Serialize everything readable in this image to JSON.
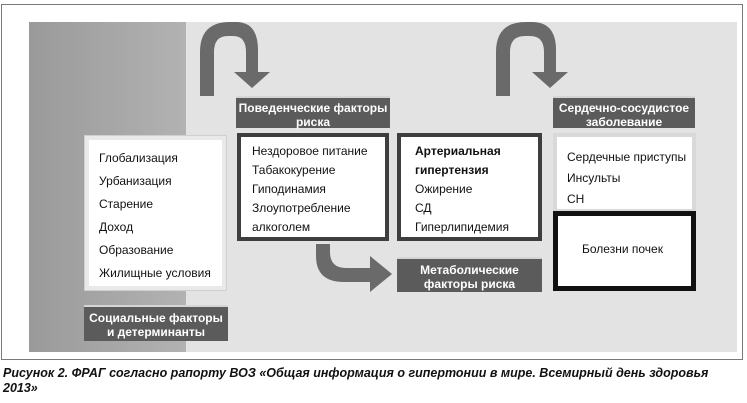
{
  "behavioral_header": [
    "Поведенческие факторы",
    "риска"
  ],
  "cardio_header": [
    "Сердечно-сосудистое",
    "заболевание"
  ],
  "social_box": [
    "Глобализация",
    "Урбанизация",
    "Старение",
    "Доход",
    "Образование",
    "Жилищные условия"
  ],
  "behavioral_box": [
    "Нездоровое питание",
    "Табакокурение",
    "Гиподинамия",
    "Злоупотребление",
    "алкоголем"
  ],
  "hypertension_box": {
    "title": [
      "Артериальная",
      "гипертензия"
    ],
    "items": [
      "Ожирение",
      "СД",
      "Гиперлипидемия"
    ]
  },
  "cardio_box": [
    "Сердечные приступы",
    "Инсульты",
    "СН"
  ],
  "kidney_box": "Болезни почек",
  "metabolic_header": [
    "Метаболические",
    "факторы риска"
  ],
  "social_header": [
    "Социальные факторы",
    "и детерминанты"
  ],
  "caption": "Рисунок 2. ФРАГ согласно рапорту ВОЗ «Общая информация о гипертонии в мире. Всемирный день здоровья 2013»",
  "colors": {
    "header_bg": "#5b5b5b",
    "background": "#e3e3e3",
    "band": "#a8a8a8",
    "arrow": "#6a6a6a"
  }
}
